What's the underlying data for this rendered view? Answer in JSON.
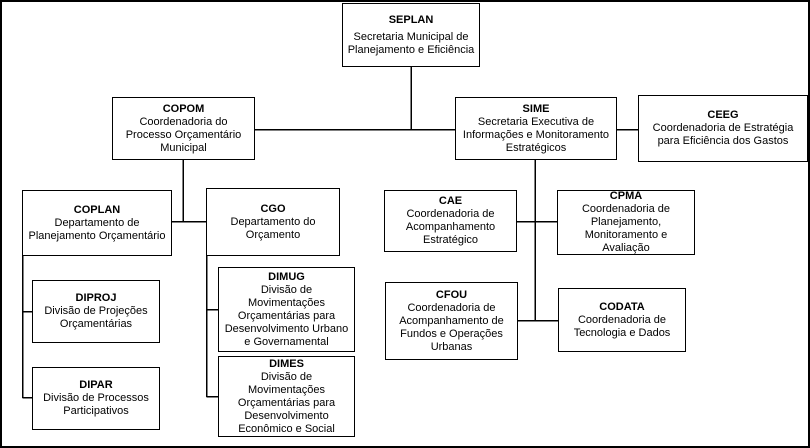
{
  "diagram": {
    "type": "org-chart",
    "title": "SEPLAN organogram",
    "language": "pt-BR"
  },
  "nodes": {
    "seplan": {
      "acronym": "SEPLAN",
      "label": "Secretaria Municipal de Planejamento e Eficiência"
    },
    "copom": {
      "acronym": "COPOM",
      "label": "Coordenadoria do Processo Orçamentário Municipal"
    },
    "sime": {
      "acronym": "SIME",
      "label": "Secretaria Executiva de Informações e Monitoramento Estratégicos"
    },
    "ceeg": {
      "acronym": "CEEG",
      "label": "Coordenadoria de Estratégia para Eficiência dos Gastos"
    },
    "coplan": {
      "acronym": "COPLAN",
      "label": "Departamento de Planejamento Orçamentário"
    },
    "cgo": {
      "acronym": "CGO",
      "label": "Departamento do Orçamento"
    },
    "cae": {
      "acronym": "CAE",
      "label": "Coordenadoria de Acompanhamento Estratégico"
    },
    "cpma": {
      "acronym": "CPMA",
      "label": "Coordenadoria de Planejamento, Monitoramento e Avaliação"
    },
    "diproj": {
      "acronym": "DIPROJ",
      "label": "Divisão de Projeções Orçamentárias"
    },
    "dimug": {
      "acronym": "DIMUG",
      "label": "Divisão de Movimentações Orçamentárias para Desenvolvimento Urbano e Governamental"
    },
    "cfou": {
      "acronym": "CFOU",
      "label": "Coordenadoria de Acompanhamento de Fundos e Operações Urbanas"
    },
    "codata": {
      "acronym": "CODATA",
      "label": "Coordenadoria de Tecnologia e Dados"
    },
    "dipar": {
      "acronym": "DIPAR",
      "label": "Divisão de Processos Participativos"
    },
    "dimes": {
      "acronym": "DIMES",
      "label": "Divisão de Movimentações Orçamentárias para Desenvolvimento Econômico e Social"
    }
  },
  "hierarchy": [
    {
      "parent": "SEPLAN",
      "children": [
        "COPOM",
        "SIME"
      ]
    },
    {
      "parent": "SIME",
      "children": [
        "CEEG",
        "CAE",
        "CPMA",
        "CFOU",
        "CODATA"
      ]
    },
    {
      "parent": "COPOM",
      "children": [
        "COPLAN",
        "CGO"
      ]
    },
    {
      "parent": "COPLAN",
      "children": [
        "DIPROJ",
        "DIPAR"
      ]
    },
    {
      "parent": "CGO",
      "children": [
        "DIMUG",
        "DIMES"
      ]
    }
  ],
  "colors": {
    "background": "#ffffff",
    "box_fill": "#ffffff",
    "box_border": "#000000",
    "line": "#000000",
    "text": "#000000"
  }
}
